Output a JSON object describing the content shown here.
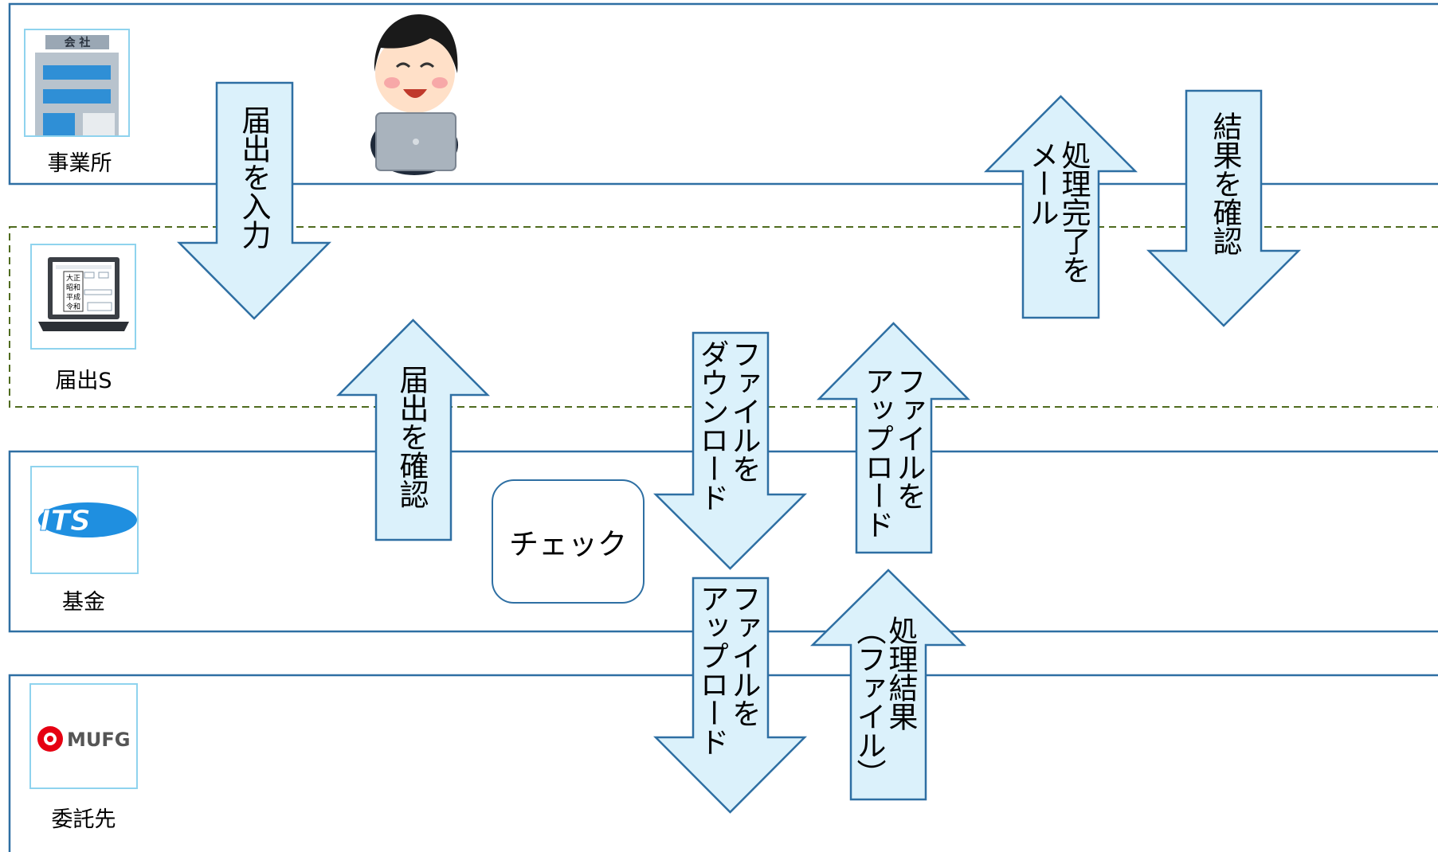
{
  "lanes": [
    {
      "id": "office",
      "label": "事業所",
      "icon": "company-building-icon"
    },
    {
      "id": "system",
      "label": "届出S",
      "icon": "laptop-form-icon"
    },
    {
      "id": "fund",
      "label": "基金",
      "icon": "its-logo"
    },
    {
      "id": "outsourcer",
      "label": "委託先",
      "icon": "mufg-logo"
    }
  ],
  "logos": {
    "company_sign": "会 社",
    "its": "ITS",
    "mufg": "MUFG",
    "form_lines": [
      "大正",
      "昭和",
      "平成",
      "令和"
    ]
  },
  "arrows": {
    "enter_notification": "届出を入力",
    "confirm_notification": "届出を確認",
    "download_file": "ファイルを\nダウンロード",
    "upload_file_to_system": "ファイルを\nアップロード",
    "mail_completion": "処理完了を\nメール",
    "confirm_result": "結果を確認",
    "upload_file_to_outsourcer": "ファイルを\nアップロード",
    "processing_result_file": "処理結果\n（ファイル）"
  },
  "process": {
    "check": "チェック"
  },
  "colors": {
    "lane_border": "#2e6fa3",
    "dashed_border": "#4f6b1e",
    "arrow_fill": "#dbf1fb",
    "arrow_stroke": "#2e6fa3",
    "icon_border": "#8fd3ee"
  }
}
